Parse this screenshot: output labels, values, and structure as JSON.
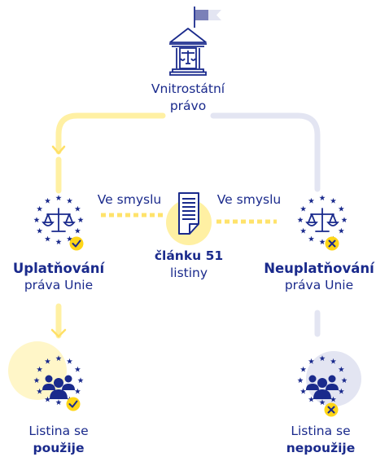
{
  "top": {
    "line1": "Vnitrostátní",
    "line2": "právo"
  },
  "left_link": "Ve smyslu",
  "right_link": "Ve smyslu",
  "center": {
    "line1": "článku 51",
    "line2": "listiny"
  },
  "left": {
    "line1": "Uplatňování",
    "line2": "práva Unie",
    "bottom1": "Listina se",
    "bottom2": "použije"
  },
  "right": {
    "line1": "Neuplatňování",
    "line2": "práva Unie",
    "bottom1": "Listina se",
    "bottom2": "nepoužije"
  },
  "colors": {
    "navy": "#1a2a8c",
    "yellow": "#ffd617",
    "pale_yellow": "#fff3b0",
    "gray": "#e3e5f2",
    "flag": "#7a80b8"
  }
}
